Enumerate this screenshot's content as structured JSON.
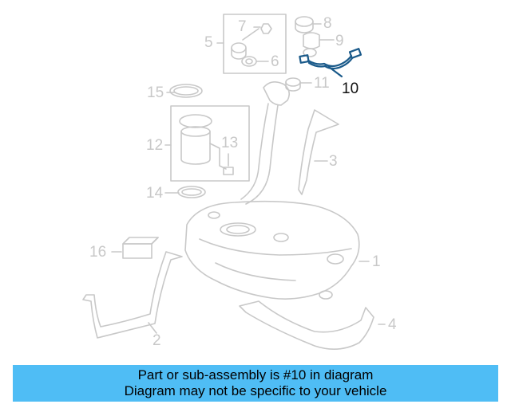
{
  "callouts": {
    "c1": "1",
    "c2": "2",
    "c3": "3",
    "c4": "4",
    "c5": "5",
    "c6": "6",
    "c7": "7",
    "c8": "8",
    "c9": "9",
    "c10": "10",
    "c11": "11",
    "c12": "12",
    "c13": "13",
    "c14": "14",
    "c15": "15",
    "c16": "16"
  },
  "highlight_part": "10",
  "colors": {
    "line": "#c8c8c8",
    "highlight": "#1a5a8a",
    "banner": "#4fbdf5"
  },
  "banner": {
    "line1": "Part or sub-assembly is #10 in diagram",
    "line2": "Diagram may not be specific to your vehicle"
  }
}
